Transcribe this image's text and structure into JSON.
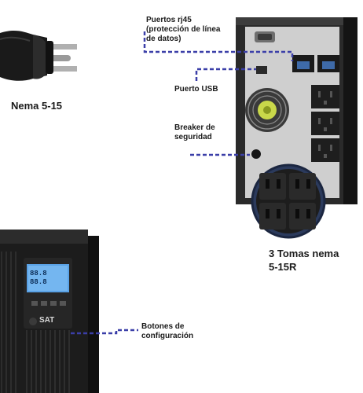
{
  "labels": {
    "plug": "Nema 5-15",
    "rj45": "Puertos rj45\n(protección de línea\nde datos)",
    "usb": "Puerto USB",
    "breaker": "Breaker de\nseguridad",
    "outlets": "3 Tomas nema\n5-15R",
    "buttons": "Botones de\nconfiguración"
  },
  "device": {
    "brand": "SAT",
    "lcd_readout_1": "88.8",
    "lcd_readout_2": "88.8"
  },
  "colors": {
    "callout_line": "#3b3fa8",
    "ups_body": "#1c1c1c",
    "lcd": "#5aa2e6",
    "fan_blade": "#c9d84a"
  }
}
